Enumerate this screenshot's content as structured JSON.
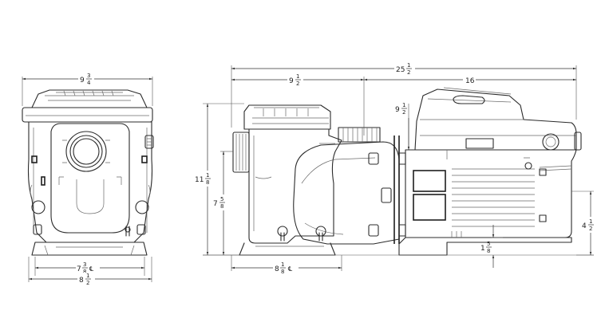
{
  "dimensions": {
    "front_width": {
      "whole": "9",
      "num": "3",
      "den": "4"
    },
    "front_foot_inner": {
      "whole": "7",
      "num": "3",
      "den": "8",
      "centerline": "℄"
    },
    "front_foot_outer": {
      "whole": "8",
      "num": "1",
      "den": "2"
    },
    "total_length": {
      "whole": "25",
      "num": "1",
      "den": "2"
    },
    "pot_length": {
      "whole": "9",
      "num": "1",
      "den": "2"
    },
    "motor_length": {
      "whole": "16",
      "num": "",
      "den": ""
    },
    "union_length": {
      "whole": "9",
      "num": "1",
      "den": "2"
    },
    "total_height": {
      "whole": "11",
      "num": "1",
      "den": "8"
    },
    "inlet_height": {
      "whole": "7",
      "num": "5",
      "den": "8"
    },
    "centerline_offset": {
      "whole": "8",
      "num": "1",
      "den": "8",
      "centerline": "℄"
    },
    "foot_height": {
      "whole": "1",
      "num": "5",
      "den": "8"
    },
    "motor_foot_height": {
      "whole": "4",
      "num": "1",
      "den": "2"
    }
  }
}
